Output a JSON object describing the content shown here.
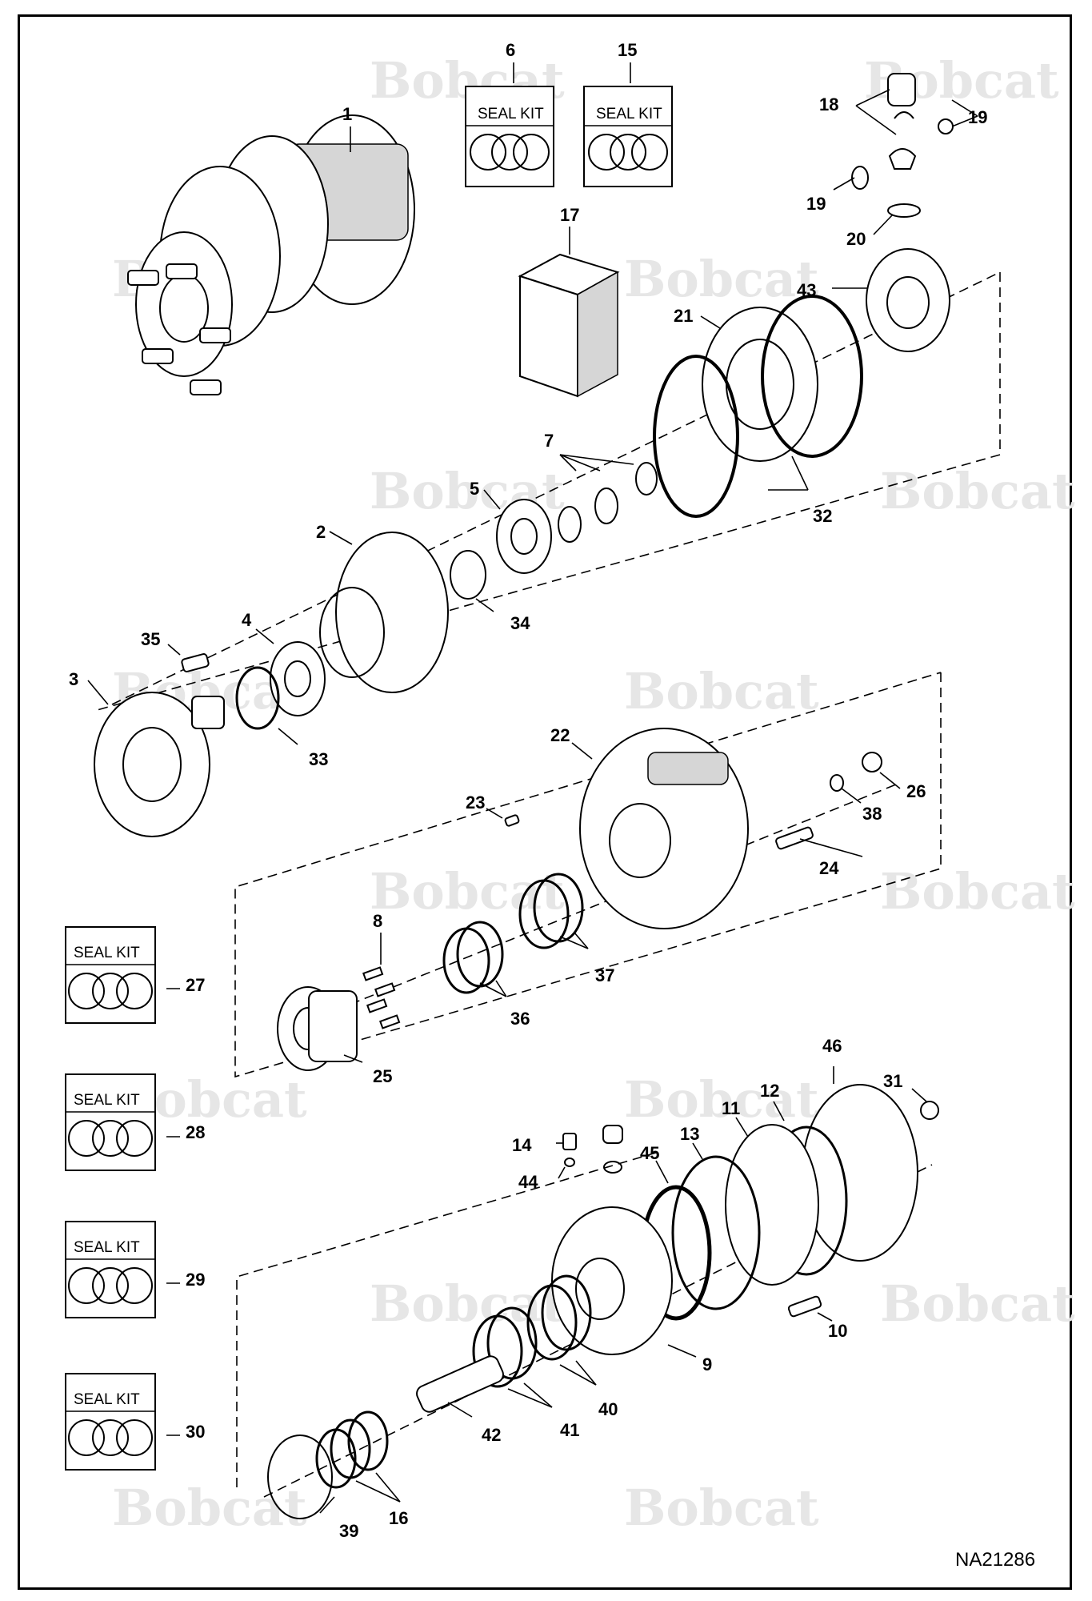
{
  "brand": {
    "watermark": "Bobcat",
    "watermark_color": "#e6e6e6"
  },
  "drawing_number": "NA21286",
  "seal_kit_label": "SEAL KIT",
  "callouts": [
    "1",
    "2",
    "3",
    "4",
    "5",
    "6",
    "7",
    "8",
    "9",
    "10",
    "11",
    "12",
    "13",
    "14",
    "15",
    "16",
    "17",
    "18",
    "19",
    "19",
    "20",
    "21",
    "22",
    "23",
    "24",
    "25",
    "26",
    "27",
    "28",
    "29",
    "30",
    "31",
    "32",
    "33",
    "34",
    "35",
    "36",
    "37",
    "38",
    "39",
    "40",
    "41",
    "42",
    "43",
    "44",
    "45",
    "46"
  ],
  "seal_kits": [
    {
      "number": "6",
      "label": "SEAL KIT"
    },
    {
      "number": "15",
      "label": "SEAL KIT"
    },
    {
      "number": "27",
      "label": "SEAL KIT"
    },
    {
      "number": "28",
      "label": "SEAL KIT"
    },
    {
      "number": "29",
      "label": "SEAL KIT"
    },
    {
      "number": "30",
      "label": "SEAL KIT"
    }
  ]
}
